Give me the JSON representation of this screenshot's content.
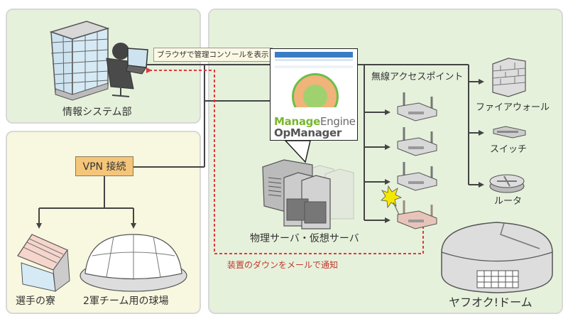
{
  "sections": {
    "it_department": {
      "label": "情報システム部"
    },
    "remote_sites": {
      "vpn_label": "VPN 接続",
      "dormitory_label": "選手の寮",
      "farm_stadium_label": "2軍チーム用の球場"
    },
    "dome": {
      "label": "ヤフオク!ドーム",
      "servers_label": "物理サーバ・仮想サーバ",
      "wireless_ap_label": "無線アクセスポイント",
      "firewall_label": "ファイアウォール",
      "switch_label": "スイッチ",
      "router_label": "ルータ"
    }
  },
  "annotations": {
    "browser_console": "ブラウザで管理コンソールを表示",
    "mail_notification": "装置のダウンをメールで通知"
  },
  "product": {
    "brand_bold": "Manage",
    "brand_light": "Engine",
    "name": "OpManager"
  },
  "colors": {
    "panel_green": "#e6f1dc",
    "panel_yellow": "#f8f7df",
    "vpn_box": "#f5c57a",
    "alert_red": "#e03a3a",
    "brand_green": "#7ab62e",
    "faulty_device": "#e8c4b8"
  }
}
